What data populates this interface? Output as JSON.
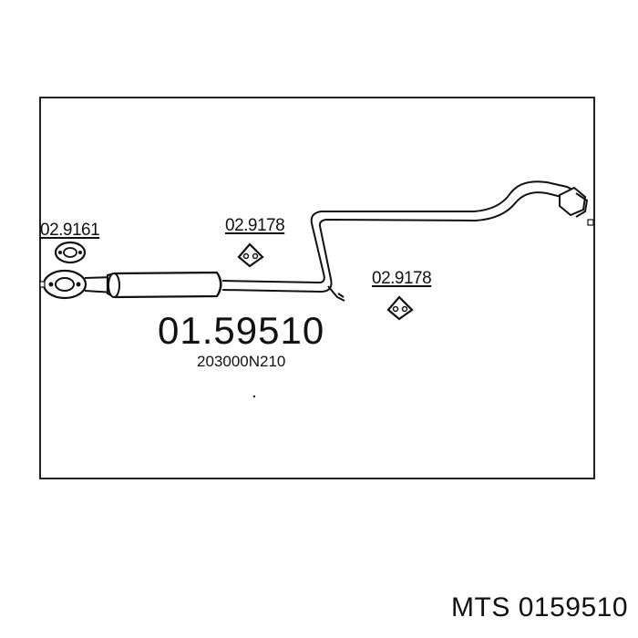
{
  "diagram": {
    "main_part_number": "01.59510",
    "oem_number": "203000N210",
    "accessories": [
      {
        "number": "02.9161",
        "icon": "gasket-icon"
      },
      {
        "number": "02.9178",
        "icon": "rubber-hanger-icon"
      },
      {
        "number": "02.9178",
        "icon": "rubber-hanger-icon"
      }
    ]
  },
  "footer": {
    "caption": "MTS 0159510"
  }
}
